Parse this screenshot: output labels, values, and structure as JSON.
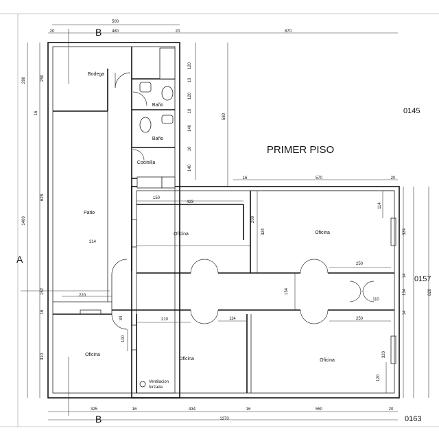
{
  "title": "PRIMER PISO",
  "rooms": {
    "bodega": "Bodega",
    "bano1": "Baño",
    "bano2": "Baño",
    "cocinilla": "Cocinilla",
    "patio": "Patio",
    "oficina1": "Oficina",
    "oficina2": "Oficina",
    "oficina3": "Oficina",
    "oficina4": "Oficina",
    "oficina5": "Oficina"
  },
  "ventilacion": [
    "Ventilacion",
    "forzada"
  ],
  "section_marks": {
    "a": "A",
    "b_top": "B",
    "b_bottom": "B"
  },
  "levels": {
    "l0145": "0145",
    "l0157": "0157",
    "l0163": "0163"
  },
  "dims": {
    "top_500": "500",
    "top_20a": "20",
    "top_480": "480",
    "top_20b": "20",
    "top_870": "870",
    "r_570": "570",
    "r_16": "16",
    "r_20": "20",
    "l_280": "280",
    "l_250": "250",
    "l_16": "16",
    "l_628": "628",
    "l_1400": "1400",
    "l_152": "152",
    "l_16b": "16",
    "l_310": "310",
    "b_120": "120",
    "b_10a": "10",
    "b_120b": "120",
    "b_10b": "10",
    "b_140": "140",
    "b_10c": "10",
    "b_140b": "140",
    "b_580": "580",
    "i_150": "150",
    "i_423": "423",
    "i_200": "200",
    "i_324": "324",
    "i_114": "114",
    "i_314": "314",
    "i_220": "220",
    "i_250": "250",
    "i_134": "134",
    "i_110": "110",
    "i_250b": "250",
    "i_210": "210",
    "i_114b": "114",
    "i_34": "34",
    "i_100": "100",
    "i_320": "320",
    "i_120": "120",
    "rr_324": "324",
    "rr_14": "14",
    "rr_134": "134",
    "rr_820": "820",
    "rr_14b": "14",
    "bot_325": "325",
    "bot_16": "16",
    "bot_434": "434",
    "bot_16b": "16",
    "bot_550": "550",
    "bot_20": "20",
    "bot_1370": "1370"
  }
}
